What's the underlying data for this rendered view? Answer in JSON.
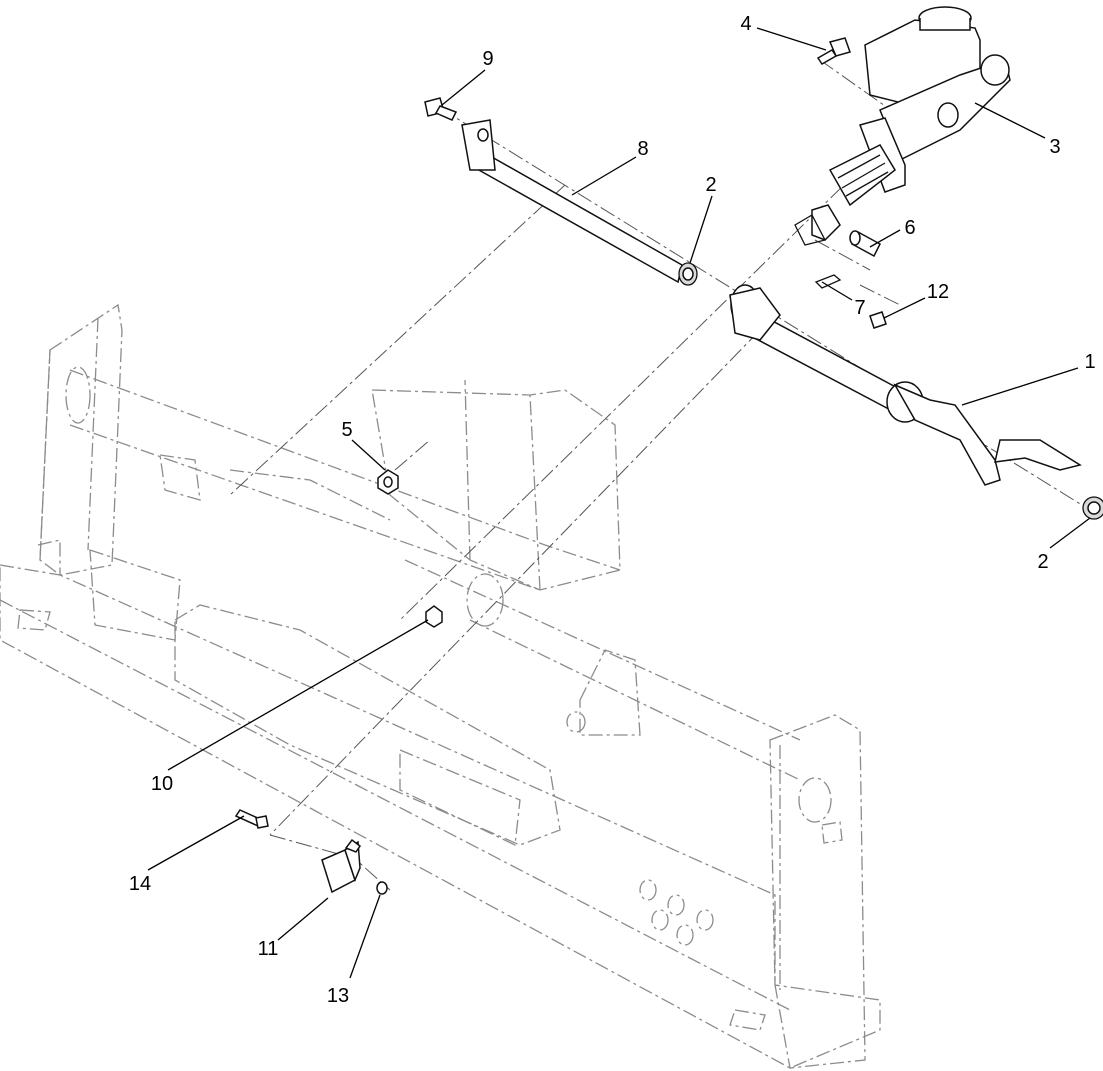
{
  "callouts": [
    {
      "id": "c1",
      "label": "1"
    },
    {
      "id": "c2a",
      "label": "2"
    },
    {
      "id": "c2b",
      "label": "2"
    },
    {
      "id": "c3",
      "label": "3"
    },
    {
      "id": "c4",
      "label": "4"
    },
    {
      "id": "c5",
      "label": "5"
    },
    {
      "id": "c6",
      "label": "6"
    },
    {
      "id": "c7",
      "label": "7"
    },
    {
      "id": "c8",
      "label": "8"
    },
    {
      "id": "c9",
      "label": "9"
    },
    {
      "id": "c10",
      "label": "10"
    },
    {
      "id": "c11",
      "label": "11"
    },
    {
      "id": "c12",
      "label": "12"
    },
    {
      "id": "c13",
      "label": "13"
    },
    {
      "id": "c14",
      "label": "14"
    }
  ]
}
